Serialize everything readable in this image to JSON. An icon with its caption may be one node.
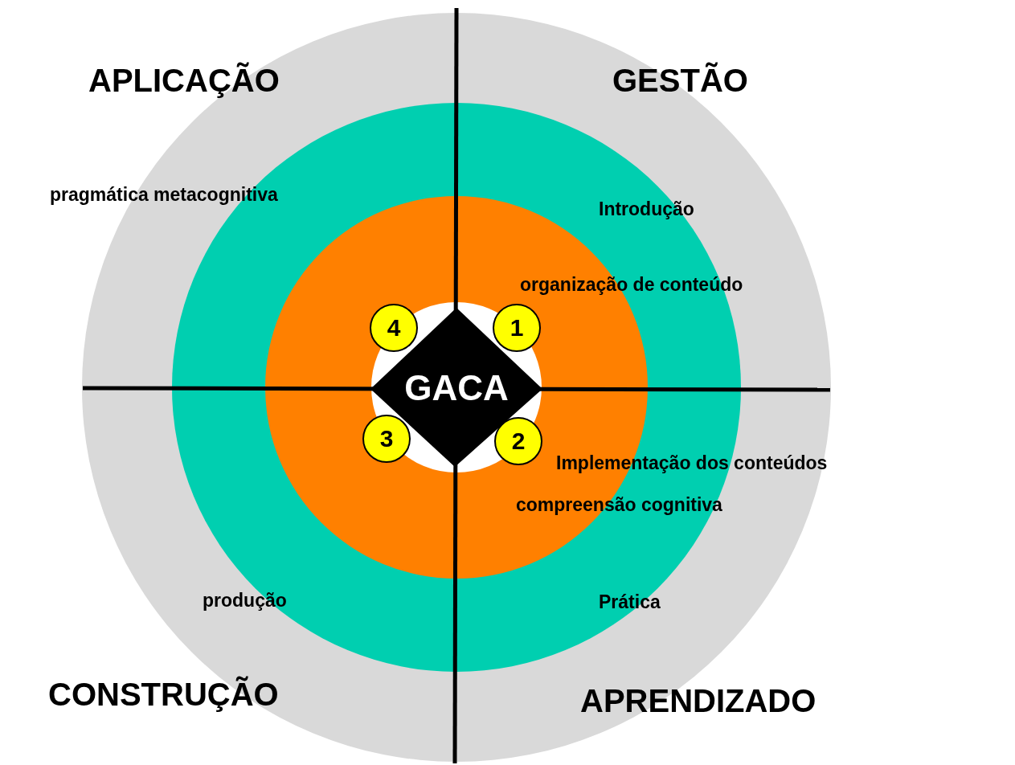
{
  "diagram": {
    "nodes": [
      {
        "text": [
          "GACA"
        ]
      },
      {
        "text": [
          "4"
        ]
      },
      {
        "text": [
          "1"
        ]
      },
      {
        "text": [
          "3"
        ]
      },
      {
        "text": [
          "2"
        ]
      }
    ],
    "labels": [
      "APLICAÇÃO",
      "GESTÃO",
      "pragmática metacognitiva",
      "Introdução",
      "organização de conteúdo",
      "Implementação dos conteúdos",
      "compreensão cognitiva",
      "produção",
      "Prática",
      "CONSTRUÇÃO",
      "APRENDIZADO"
    ]
  }
}
